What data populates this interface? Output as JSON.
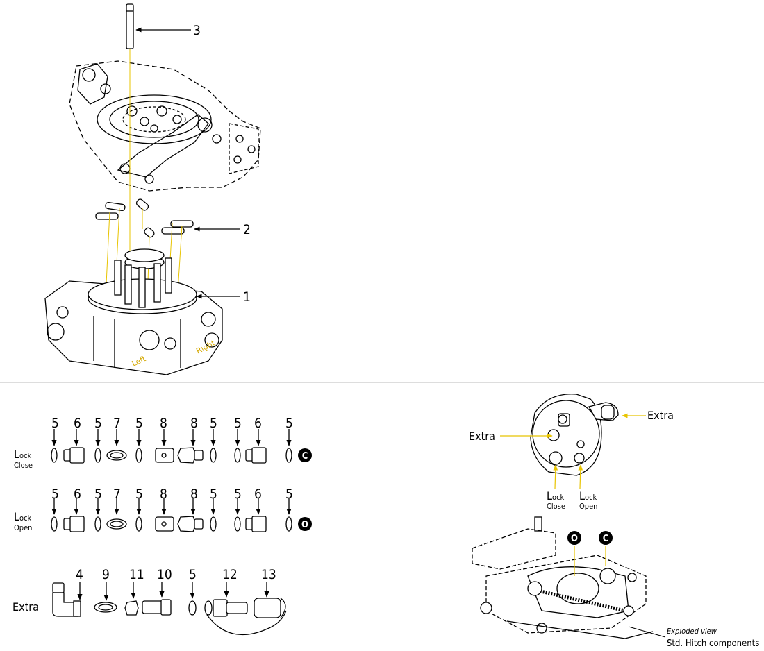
{
  "callouts": {
    "n1": "1",
    "n2": "2",
    "n3": "3"
  },
  "side_labels": {
    "left": "Left",
    "right": "Right"
  },
  "rows": {
    "row_labels": {
      "lock_close": {
        "big": "L",
        "small": "ock",
        "sub": "Close"
      },
      "lock_open": {
        "big": "L",
        "small": "ock",
        "sub": "Open"
      },
      "extra": "Extra"
    },
    "part_numbers_lock": [
      "5",
      "6",
      "5",
      "7",
      "5",
      "8",
      "8",
      "5",
      "5",
      "6",
      "5"
    ],
    "part_numbers_extra": [
      "4",
      "9",
      "11",
      "10",
      "5",
      "12",
      "13"
    ],
    "close_badge": "C",
    "open_badge": "O"
  },
  "coupling": {
    "extra_right": "Extra",
    "extra_left": "Extra",
    "lock_close": {
      "big": "L",
      "small": "ock",
      "sub": "Close"
    },
    "lock_open": {
      "big": "L",
      "small": "ock",
      "sub": "Open"
    }
  },
  "hitch": {
    "badge_o": "O",
    "badge_c": "C",
    "exploded": "Exploded view",
    "std": "Std. Hitch components"
  },
  "colors": {
    "leader": "#e8c400",
    "line": "#000000",
    "divider": "#bbbbbb"
  }
}
